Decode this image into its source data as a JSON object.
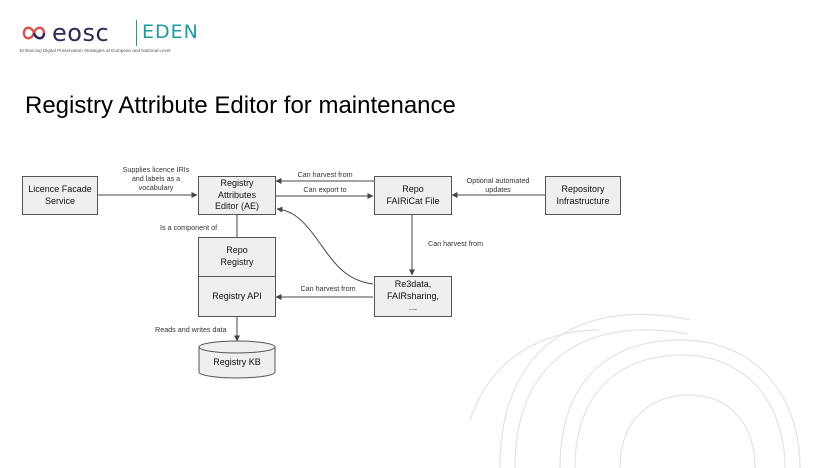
{
  "logo": {
    "brand": "eosc",
    "project": "EDEN",
    "tagline": "Enhancing Digital Preservation Strategies at European and National Level"
  },
  "slide": {
    "title": "Registry Attribute Editor for maintenance"
  },
  "diagram": {
    "nodes": {
      "licence_facade": "Licence Facade\nService",
      "registry_ae": "Registry\nAttributes\nEditor (AE)",
      "repo_fairicat": "Repo\nFAIRiCat File",
      "repo_infra": "Repository\nInfrastructure",
      "repo_registry": "Repo\nRegistry",
      "registry_api": "Registry API",
      "re3data": "Re3data,\nFAIRsharing,\n…",
      "registry_kb": "Registry KB"
    },
    "edges": {
      "supplies": "Supplies licence IRIs\nand labels as a\nvocabulary",
      "harvest_top": "Can harvest from",
      "export_to": "Can export to",
      "optional": "Optional automated\nupdates",
      "component": "Is a component of",
      "harvest_right": "Can harvest from",
      "harvest_mid": "Can harvest from",
      "reads_writes": "Reads and writes data"
    }
  },
  "colors": {
    "eosc": "#2b2b55",
    "eden": "#1f9aa0",
    "box_fill": "#efefef",
    "box_stroke": "#555555"
  }
}
